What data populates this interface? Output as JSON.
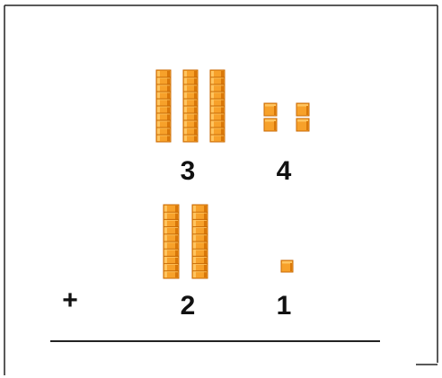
{
  "problem": {
    "operator": "+",
    "addend1": {
      "tens_digit": "3",
      "ones_digit": "4",
      "tens_rods": 3,
      "ones_cubes": 4
    },
    "addend2": {
      "tens_digit": "2",
      "ones_digit": "1",
      "tens_rods": 2,
      "ones_cubes": 1
    }
  },
  "colors": {
    "block_face": "#f7a12a",
    "block_highlight": "#ffc560",
    "block_shadow": "#d9780a",
    "block_edge": "#c86a05",
    "frame": "#222222",
    "text": "#111111"
  },
  "block_icon": "base-ten-block"
}
